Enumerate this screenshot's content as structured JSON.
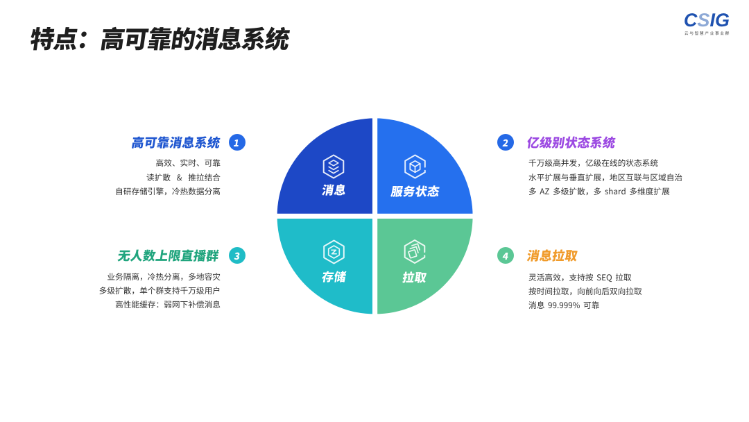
{
  "slide": {
    "title": "特点：高可靠的消息系统",
    "background_color": "#ffffff"
  },
  "logo": {
    "text_c": "C",
    "text_s": "S",
    "text_ig": "IG",
    "subtext": "云与智慧产业事业群",
    "color_primary": "#1f52b0",
    "color_accent": "#8da9d6"
  },
  "diagram": {
    "type": "quadrant-circle",
    "quadrants": [
      {
        "id": "messages",
        "label": "消息",
        "color": "#1d48c6",
        "icon": "layers-hexagon-icon",
        "position": "top-left"
      },
      {
        "id": "service-status",
        "label": "服务状态",
        "color": "#2570ee",
        "icon": "cube-hexagon-icon",
        "position": "top-right"
      },
      {
        "id": "storage",
        "label": "存储",
        "color": "#1fbcc9",
        "icon": "storage-hexagon-icon",
        "position": "bottom-left"
      },
      {
        "id": "pull",
        "label": "拉取",
        "color": "#5bc795",
        "icon": "pull-hexagon-icon",
        "position": "bottom-right"
      }
    ]
  },
  "features": [
    {
      "number": "1",
      "heading": "高可靠消息系统",
      "heading_color": "#2057d0",
      "badge_color": "#2569e6",
      "lines": [
        "高效、实时、可靠",
        "读扩散 & 推拉结合",
        "自研存储引擎，冷热数据分离"
      ]
    },
    {
      "number": "2",
      "heading": "亿级别状态系统",
      "heading_color": "#9c4ae2",
      "badge_color": "#2569e6",
      "lines": [
        "千万级高并发，亿级在线的状态系统",
        "水平扩展与垂直扩展，地区互联与区域自治",
        "多 AZ 多级扩散，多 shard 多维度扩展"
      ]
    },
    {
      "number": "3",
      "heading": "无人数上限直播群",
      "heading_color": "#21a57e",
      "badge_color": "#1fbcc6",
      "lines": [
        "业务隔离，冷热分离，多地容灾",
        "多级扩散，单个群支持千万级用户",
        "高性能缓存：弱网下补偿消息"
      ]
    },
    {
      "number": "4",
      "heading": "消息拉取",
      "heading_color": "#f09b2b",
      "badge_color": "#5bc795",
      "lines": [
        "灵活高效，支持按 SEQ 拉取",
        "按时间拉取，向前向后双向拉取",
        "消息 99.999% 可靠"
      ]
    }
  ]
}
